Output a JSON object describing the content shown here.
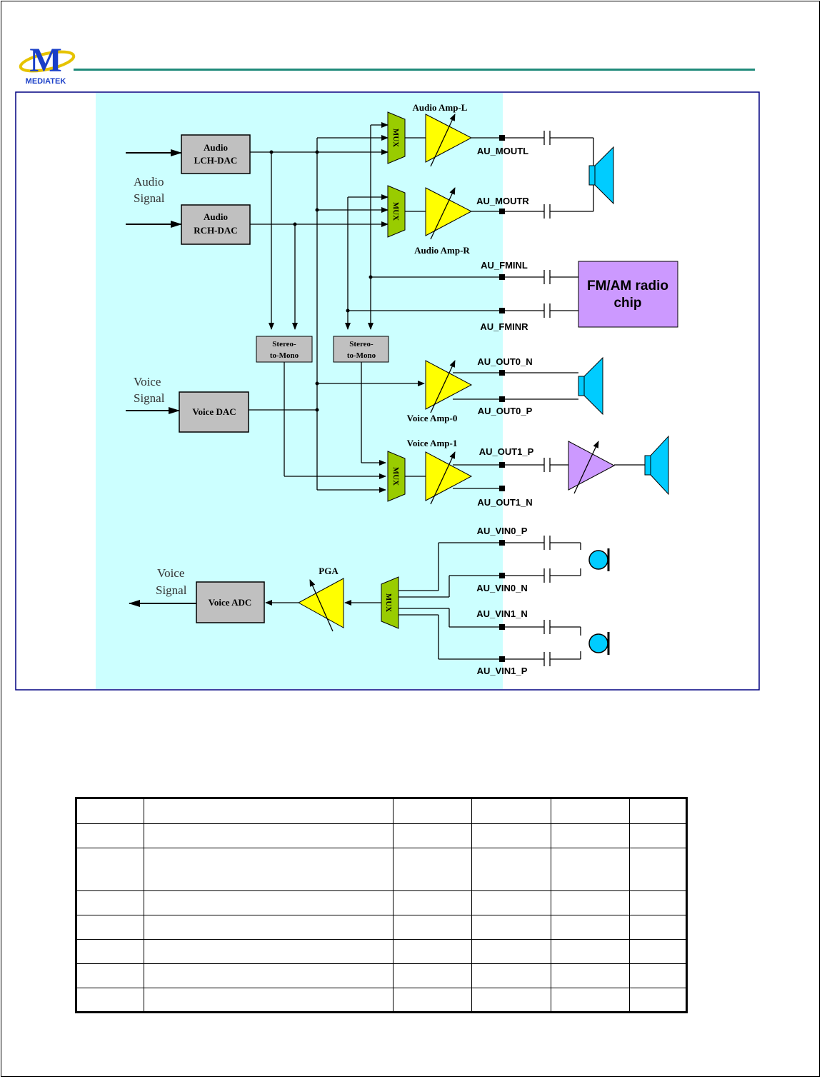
{
  "logo": {
    "text": "MEDIATEK",
    "letter": "M"
  },
  "diagram": {
    "inputs": {
      "audio_signal": [
        "Audio",
        "Signal"
      ],
      "voice_signal_in": [
        "Voice",
        "Signal"
      ],
      "voice_signal_out": [
        "Voice",
        "Signal"
      ]
    },
    "blocks": {
      "lch_dac": [
        "Audio",
        "LCH-DAC"
      ],
      "rch_dac": [
        "Audio",
        "RCH-DAC"
      ],
      "voice_dac": "Voice DAC",
      "voice_adc": "Voice ADC",
      "stereo_to_mono_1": [
        "Stereo-",
        "to-Mono"
      ],
      "stereo_to_mono_2": [
        "Stereo-",
        "to-Mono"
      ],
      "fm_chip": [
        "FM/AM radio",
        "chip"
      ]
    },
    "mux_label": "MUX",
    "amps": {
      "audio_amp_l": "Audio Amp-L",
      "audio_amp_r": "Audio Amp-R",
      "voice_amp_0": "Voice Amp-0",
      "voice_amp_1": "Voice Amp-1",
      "pga": "PGA"
    },
    "pins": {
      "au_moutl": "AU_MOUTL",
      "au_moutr": "AU_MOUTR",
      "au_fminl": "AU_FMINL",
      "au_fminr": "AU_FMINR",
      "au_out0_n": "AU_OUT0_N",
      "au_out0_p": "AU_OUT0_P",
      "au_out1_p": "AU_OUT1_P",
      "au_out1_n": "AU_OUT1_N",
      "au_vin0_p": "AU_VIN0_P",
      "au_vin0_n": "AU_VIN0_N",
      "au_vin1_n": "AU_VIN1_N",
      "au_vin1_p": "AU_VIN1_P"
    },
    "colors": {
      "chip_area": "#ccffff",
      "amp": "#ffff00",
      "mux": "#99cc00",
      "block": "#c0c0c0",
      "fm_chip": "#cc99ff",
      "speaker": "#00ccff",
      "ext_amp": "#cc99ff",
      "border": "#000080"
    }
  },
  "table": {
    "rows": [
      [
        "",
        "",
        "",
        "",
        "",
        ""
      ],
      [
        "",
        "",
        "",
        "",
        "",
        ""
      ],
      [
        "",
        "",
        "",
        "",
        "",
        ""
      ],
      [
        "",
        "",
        "",
        "",
        "",
        ""
      ],
      [
        "",
        "",
        "",
        "",
        "",
        ""
      ],
      [
        "",
        "",
        "",
        "",
        "",
        ""
      ],
      [
        "",
        "",
        "",
        "",
        "",
        ""
      ],
      [
        "",
        "",
        "",
        "",
        "",
        ""
      ]
    ]
  }
}
